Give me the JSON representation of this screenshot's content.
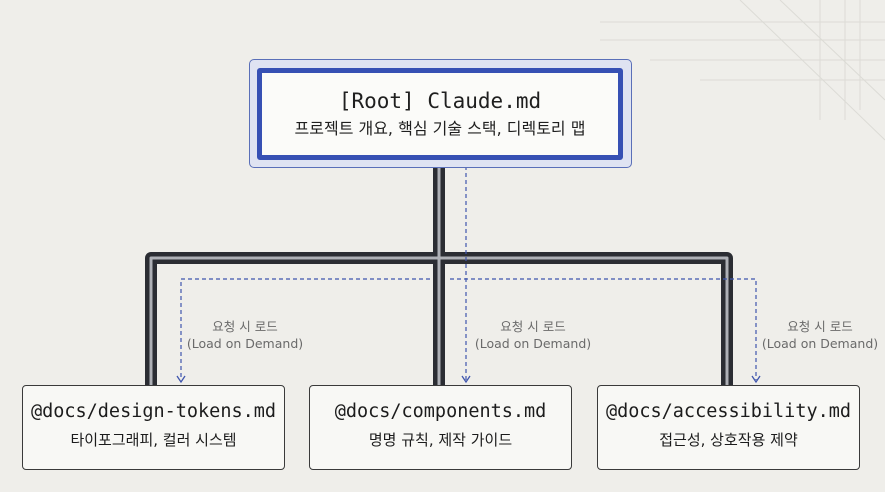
{
  "root": {
    "title": "[Root] Claude.md",
    "subtitle": "프로젝트 개요, 핵심 기술 스택, 디렉토리 맵"
  },
  "children": [
    {
      "title": "@docs/design-tokens.md",
      "subtitle": "타이포그래피, 컬러 시스템"
    },
    {
      "title": "@docs/components.md",
      "subtitle": "명명 규칙, 제작 가이드"
    },
    {
      "title": "@docs/accessibility.md",
      "subtitle": "접근성, 상호작용 제약"
    }
  ],
  "edge_labels": [
    {
      "line1": "요청 시 로드",
      "line2": "(Load on Demand)"
    },
    {
      "line1": "요청 시 로드",
      "line2": "(Load on Demand)"
    },
    {
      "line1": "요청 시 로드",
      "line2": "(Load on Demand)"
    }
  ],
  "colors": {
    "background": "#efeeea",
    "root_border": "#3650b4",
    "trunk": "#2b2d33",
    "dashed_arrow": "#3f55ad"
  }
}
